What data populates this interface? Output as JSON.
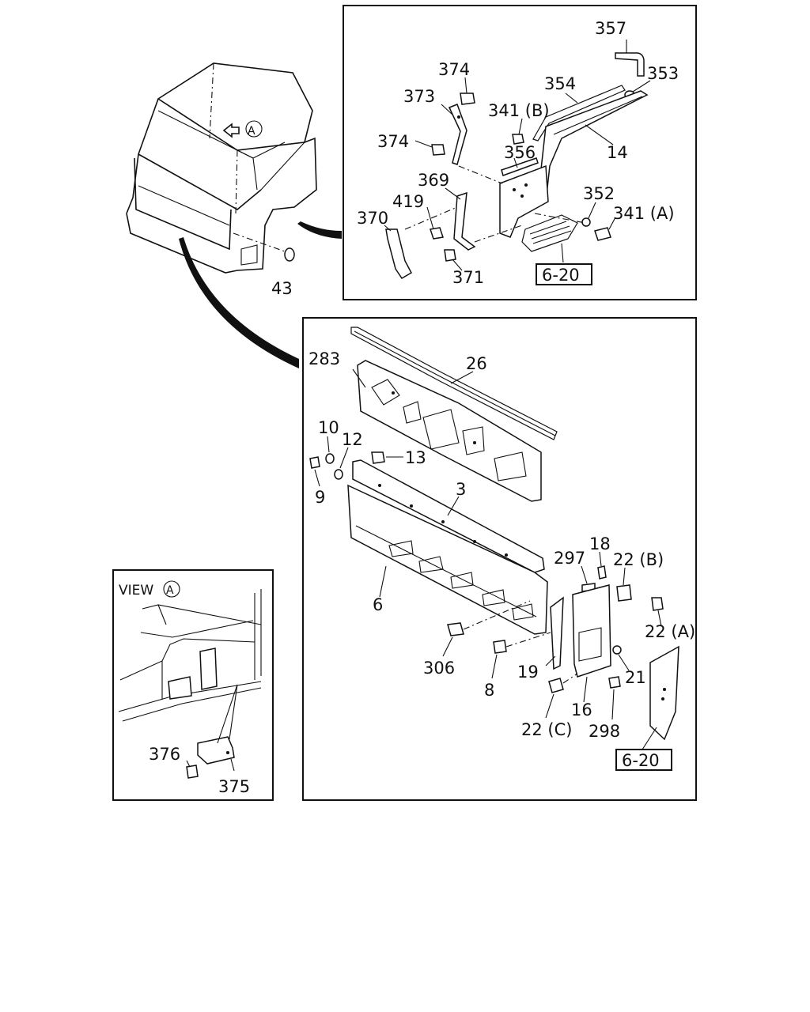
{
  "view_label": "VIEW",
  "view_marker": "A",
  "cab_marker": "A",
  "refs": {
    "upper": "6-20",
    "lower": "6-20"
  },
  "callouts": {
    "c357": "357",
    "c353": "353",
    "c374a": "374",
    "c354": "354",
    "c373": "373",
    "c341b": "341 (B)",
    "c374b": "374",
    "c14": "14",
    "c356": "356",
    "c369": "369",
    "c352": "352",
    "c419": "419",
    "c341a": "341 (A)",
    "c370": "370",
    "c371": "371",
    "c43": "43",
    "c283": "283",
    "c26": "26",
    "c10": "10",
    "c12": "12",
    "c13": "13",
    "c9": "9",
    "c3": "3",
    "c18": "18",
    "c297": "297",
    "c22b": "22 (B)",
    "c6": "6",
    "c22a": "22 (A)",
    "c306": "306",
    "c19": "19",
    "c8": "8",
    "c21": "21",
    "c16": "16",
    "c22c": "22 (C)",
    "c298": "298",
    "c376": "376",
    "c375": "375"
  }
}
